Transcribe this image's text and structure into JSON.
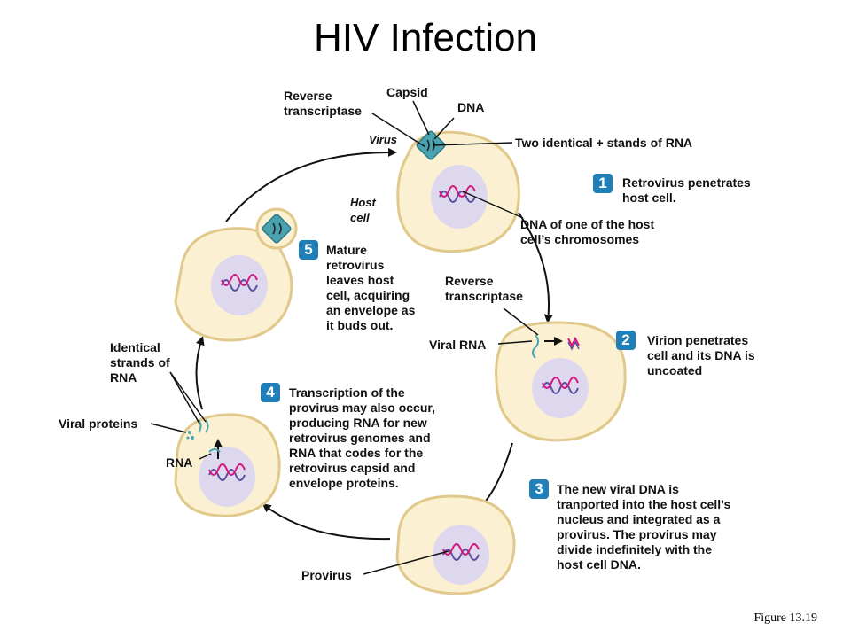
{
  "title": "HIV Infection",
  "labels": {
    "reverse_transcriptase_1": "Reverse\ntranscriptase",
    "capsid": "Capsid",
    "dna": "DNA",
    "virus": "Virus",
    "two_stands": "Two identical + stands of RNA",
    "host_cell": "Host\ncell",
    "dna_host": "DNA of one of the host\ncell’s chromosomes",
    "reverse_transcriptase_2": "Reverse\ntranscriptase",
    "viral_rna": "Viral RNA",
    "identical_strands": "Identical\nstrands of\nRNA",
    "viral_proteins": "Viral proteins",
    "rna": "RNA",
    "provirus": "Provirus"
  },
  "steps": [
    {
      "num": "1",
      "text": "Retrovirus penetrates\nhost cell."
    },
    {
      "num": "2",
      "text": "Virion penetrates\ncell and its DNA is\nuncoated"
    },
    {
      "num": "3",
      "text": "The new viral DNA is\ntranported into the host cell’s\nnucleus and integrated as a\nprovirus. The provirus may\ndivide indefinitely with the\nhost cell DNA."
    },
    {
      "num": "4",
      "text": "Transcription of the\nprovirus may also occur,\nproducing RNA for new\nretrovirus genomes and\nRNA that codes for the\nretrovirus capsid and\nenvelope proteins."
    },
    {
      "num": "5",
      "text": "Mature\nretrovirus\nleaves host\ncell, acquiring\nan envelope as\nit buds out."
    }
  ],
  "figure_label": "Figure 13.19",
  "colors": {
    "cell_fill": "#fbf1d2",
    "cell_stroke": "#e0c98a",
    "nucleus": "#ddd8ee",
    "capsid": "#4aa3b0",
    "step_badge": "#1f7fb6",
    "rna_pink": "#d7157d"
  }
}
